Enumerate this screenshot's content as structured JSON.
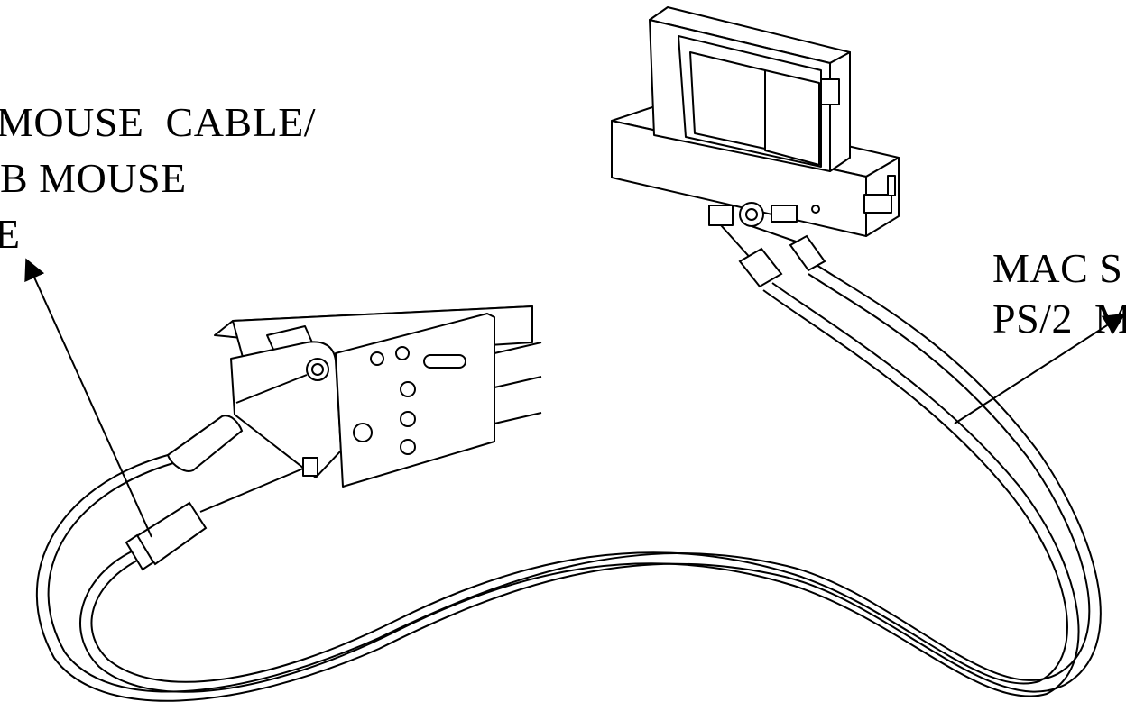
{
  "labels": {
    "left": {
      "line1": "MOUSE  CABLE/",
      "line2": "B MOUSE",
      "line3": "E"
    },
    "right": {
      "line1": "MAC S",
      "line2": "PS/2  M"
    }
  },
  "colors": {
    "ink": "#000000",
    "background": "#ffffff"
  }
}
